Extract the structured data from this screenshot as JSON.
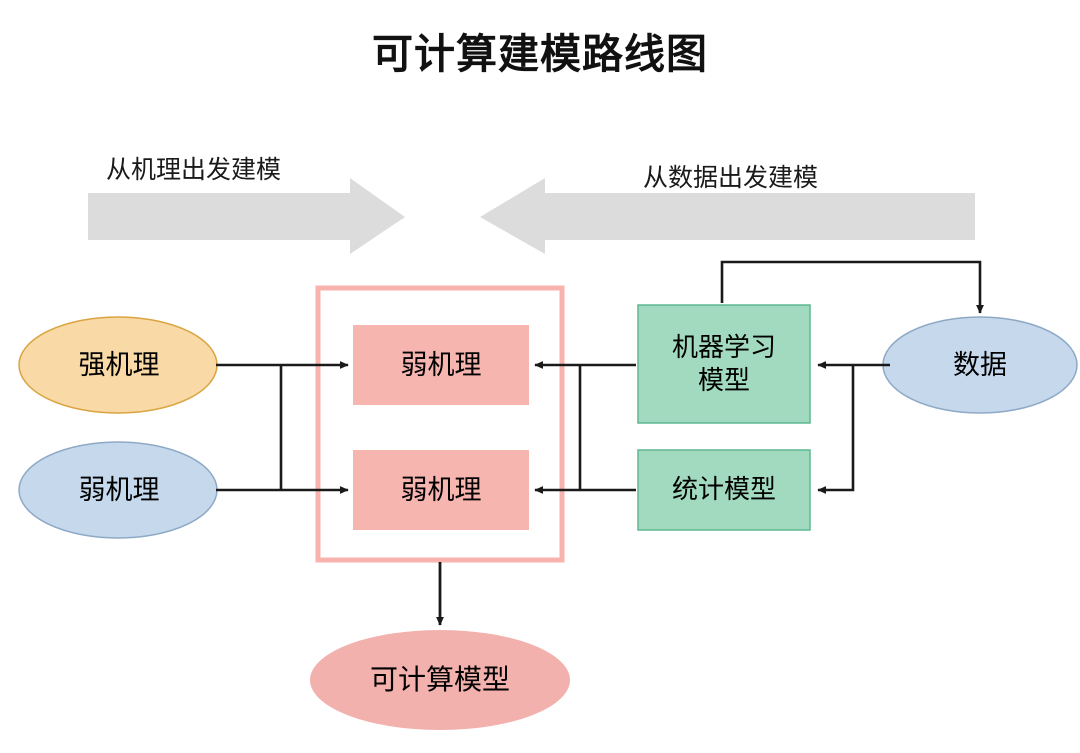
{
  "title": "可计算建模路线图",
  "bands": [
    {
      "id": "from-mechanism",
      "label": "从机理出发建模",
      "direction": "right",
      "color": "#dcdcdc"
    },
    {
      "id": "from-data",
      "label": "从数据出发建模",
      "direction": "left",
      "color": "#dcdcdc"
    }
  ],
  "nodes": {
    "strong_mechanism": {
      "label": "强机理",
      "shape": "ellipse",
      "fill": "#f9d9a5",
      "stroke": "#d9a441"
    },
    "weak_mechanism_source": {
      "label": "弱机理",
      "shape": "ellipse",
      "fill": "#c5d8ec",
      "stroke": "#8ea9c6"
    },
    "weak_mechanism_top": {
      "label": "弱机理",
      "shape": "rect",
      "fill": "#f7b5b0",
      "stroke": "none"
    },
    "weak_mechanism_bottom": {
      "label": "弱机理",
      "shape": "rect",
      "fill": "#f7b5b0",
      "stroke": "none"
    },
    "ml_model": {
      "label": "机器学习\n模型",
      "shape": "rect",
      "fill": "#a2dabf",
      "stroke": "#5fb893"
    },
    "stat_model": {
      "label": "统计模型",
      "shape": "rect",
      "fill": "#a2dabf",
      "stroke": "#5fb893"
    },
    "data": {
      "label": "数据",
      "shape": "ellipse",
      "fill": "#c5d8ec",
      "stroke": "#8ea9c6"
    },
    "computable_model": {
      "label": "可计算模型",
      "shape": "ellipse",
      "fill": "#f3b1ad",
      "stroke": "none"
    }
  },
  "group_frame": {
    "id": "weak-mechanism-group",
    "stroke": "#f9b3ae",
    "fill": "none"
  },
  "edges": [
    {
      "id": "strong-to-weak-top",
      "from": "strong_mechanism",
      "to": "weak_mechanism_top",
      "arrow": "to"
    },
    {
      "id": "weaksrc-to-weak-bottom",
      "from": "weak_mechanism_source",
      "to": "weak_mechanism_bottom",
      "arrow": "to"
    },
    {
      "id": "ml-to-weak-top",
      "from": "ml_model",
      "to": "weak_mechanism_top",
      "arrow": "to"
    },
    {
      "id": "stat-to-weak-bottom",
      "from": "stat_model",
      "to": "weak_mechanism_bottom",
      "arrow": "to"
    },
    {
      "id": "data-to-ml",
      "from": "data",
      "to": "ml_model",
      "arrow": "to"
    },
    {
      "id": "data-to-stat",
      "from": "data",
      "to": "stat_model",
      "arrow": "to"
    },
    {
      "id": "ml-to-data",
      "from": "ml_model",
      "to": "data",
      "arrow": "to"
    },
    {
      "id": "group-to-computable",
      "from": "weak-mechanism-group",
      "to": "computable_model",
      "arrow": "to"
    }
  ],
  "colors": {
    "line": "#1a1a1a",
    "background": "#ffffff",
    "band": "#dcdcdc",
    "orange": "#f9d9a5",
    "blue": "#c5d8ec",
    "pink": "#f7b5b0",
    "pink_soft": "#f3b1ad",
    "green": "#a2dabf",
    "frame_pink": "#f9b3ae"
  }
}
